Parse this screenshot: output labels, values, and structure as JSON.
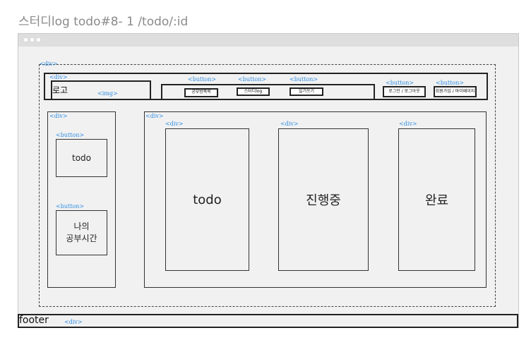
{
  "page_title": "스터디log todo#8- 1 /todo/:id",
  "tags": {
    "div": "<div>",
    "button": "<button>",
    "img": "<img>"
  },
  "header": {
    "logo_label": "로고",
    "nav_buttons": [
      "공부방목록",
      "스터디log",
      "일기쓰기"
    ],
    "auth_buttons": [
      "로그인 / 로그아웃",
      "회원가입 / 마이페이지"
    ]
  },
  "sidebar": {
    "todo_button": "todo",
    "study_time_line1": "나의",
    "study_time_line2": "공부시간"
  },
  "board": {
    "columns": [
      "todo",
      "진행중",
      "완료"
    ]
  },
  "footer": {
    "label": "footer"
  }
}
